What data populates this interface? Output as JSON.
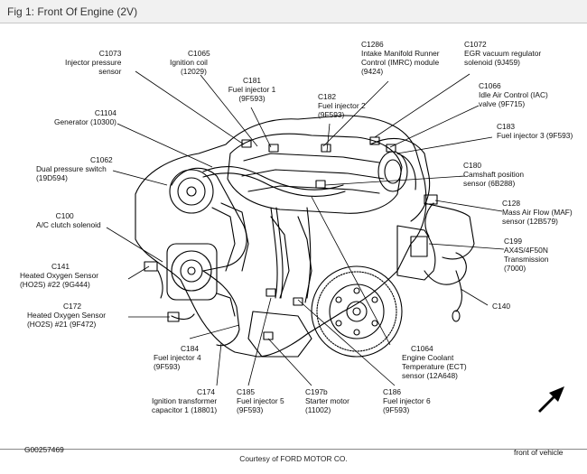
{
  "figure": {
    "title": "Fig 1: Front Of Engine (2V)",
    "diagram_id": "G00257469",
    "courtesy": "Courtesy of FORD MOTOR CO.",
    "front_of_vehicle": "front of vehicle"
  },
  "callouts": {
    "c1073": {
      "code": "C1073",
      "l1": "Injector pressure",
      "l2": "sensor"
    },
    "c1065": {
      "code": "C1065",
      "l1": "Ignition coil",
      "l2": "(12029)"
    },
    "c181": {
      "code": "C181",
      "l1": "Fuel injector 1",
      "l2": "(9F593)"
    },
    "c1286": {
      "code": "C1286",
      "l1": "Intake Manifold Runner",
      "l2": "Control (IMRC) module",
      "l3": "(9424)"
    },
    "c1072": {
      "code": "C1072",
      "l1": "EGR vacuum regulator",
      "l2": "solenoid (9J459)"
    },
    "c182": {
      "code": "C182",
      "l1": "Fuel injector 2",
      "l2": "(9F593)"
    },
    "c1066": {
      "code": "C1066",
      "l1": "Idle Air Control (IAC)",
      "l2": "valve (9F715)"
    },
    "c1104": {
      "code": "C1104",
      "l1": "Generator (10300)"
    },
    "c183": {
      "code": "C183",
      "l1": "Fuel injector 3 (9F593)"
    },
    "c1062": {
      "code": "C1062",
      "l1": "Dual pressure switch",
      "l2": "(19D594)"
    },
    "c180": {
      "code": "C180",
      "l1": "Camshaft position",
      "l2": "sensor (6B288)"
    },
    "c100": {
      "code": "C100",
      "l1": "A/C clutch solenoid"
    },
    "c128": {
      "code": "C128",
      "l1": "Mass Air Flow (MAF)",
      "l2": "sensor (12B579)"
    },
    "c199": {
      "code": "C199",
      "l1": "AX4S/4F50N",
      "l2": "Transmission",
      "l3": "(7000)"
    },
    "c141": {
      "code": "C141",
      "l1": "Heated Oxygen Sensor",
      "l2": "(HO2S) #22 (9G444)"
    },
    "c140": {
      "code": "C140"
    },
    "c172": {
      "code": "C172",
      "l1": "Heated Oxygen Sensor",
      "l2": "(HO2S) #21 (9F472)"
    },
    "c184": {
      "code": "C184",
      "l1": "Fuel injector 4",
      "l2": "(9F593)"
    },
    "c1064": {
      "code": "C1064",
      "l1": "Engine Coolant",
      "l2": "Temperature (ECT)",
      "l3": "sensor (12A648)"
    },
    "c174": {
      "code": "C174",
      "l1": "Ignition transformer",
      "l2": "capacitor 1 (18801)"
    },
    "c185": {
      "code": "C185",
      "l1": "Fuel injector 5",
      "l2": "(9F593)"
    },
    "c197b": {
      "code": "C197b",
      "l1": "Starter motor",
      "l2": "(11002)"
    },
    "c186": {
      "code": "C186",
      "l1": "Fuel injector 6",
      "l2": "(9F593)"
    }
  }
}
